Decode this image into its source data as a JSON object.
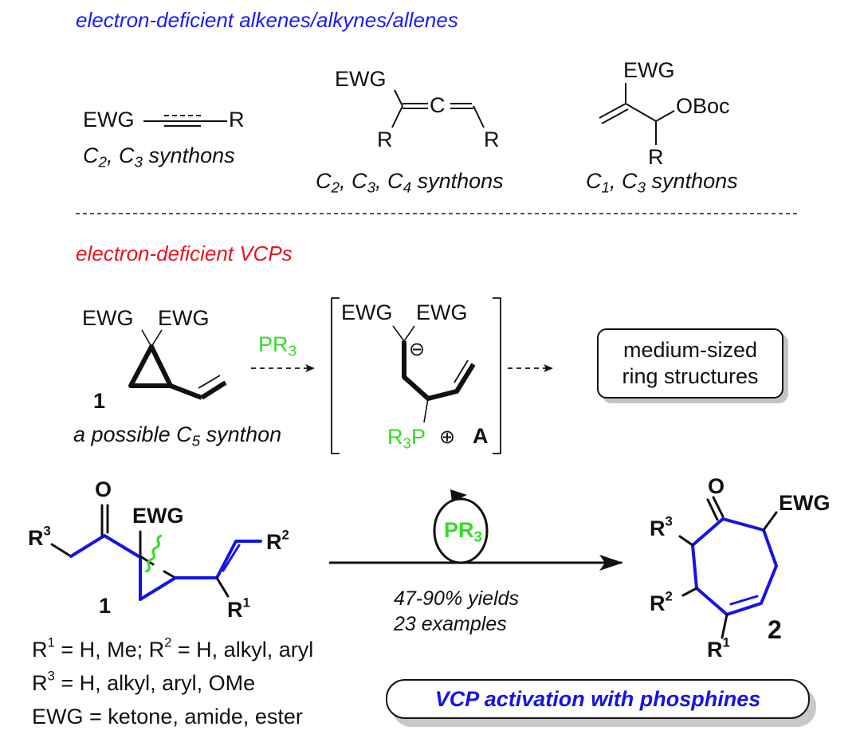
{
  "colors": {
    "blue_heading": "#1a1aff",
    "red_heading": "#e8141e",
    "phosphine_green": "#33dd22",
    "bond_blue": "#1414e6",
    "text_black": "#111111"
  },
  "section_alkenes": {
    "heading": "electron-deficient alkenes/alkynes/allenes",
    "alkyne": {
      "ewg": "EWG",
      "r": "R",
      "caption_parts": [
        "C",
        "2",
        ", C",
        "3",
        " synthons"
      ]
    },
    "allene": {
      "ewg": "EWG",
      "center_c": "C",
      "r_left": "R",
      "r_right": "R",
      "caption_parts": [
        "C",
        "2",
        ", C",
        "3",
        ", C",
        "4",
        " synthons"
      ]
    },
    "mbh_carbonate": {
      "ewg": "EWG",
      "oboc": "OBoc",
      "r": "R",
      "caption_parts": [
        "C",
        "1",
        ", C",
        "3",
        " synthons"
      ]
    }
  },
  "section_vcp": {
    "heading": "electron-deficient VCPs",
    "vcp": {
      "ewg_left": "EWG",
      "ewg_right": "EWG",
      "compound_number": "1",
      "caption_parts": [
        "a possible C",
        "5",
        " synthon"
      ]
    },
    "reagent": {
      "p": "PR",
      "sub": "3"
    },
    "intermediate": {
      "ewg_left": "EWG",
      "ewg_right": "EWG",
      "anion_symbol": "⊖",
      "phosphonium_r": "R",
      "phosphonium_sub": "3",
      "phosphonium_p": "P",
      "cation_symbol": "⊕",
      "label": "A"
    },
    "outcome_box": {
      "line1": "medium-sized",
      "line2": "ring structures"
    }
  },
  "reaction": {
    "substrate": {
      "oxygen": "O",
      "ewg": "EWG",
      "r3": "R",
      "r3_sup": "3",
      "r2": "R",
      "r2_sup": "2",
      "r1": "R",
      "r1_sup": "1",
      "compound_number": "1"
    },
    "catalyst": {
      "p": "PR",
      "sub": "3"
    },
    "conditions": {
      "yields": "47-90% yields",
      "examples": "23 examples"
    },
    "product": {
      "oxygen": "O",
      "ewg": "EWG",
      "r3": "R",
      "r3_sup": "3",
      "r2": "R",
      "r2_sup": "2",
      "r1": "R",
      "r1_sup": "1",
      "compound_number": "2"
    },
    "scope": [
      {
        "parts": [
          "R",
          "1",
          " = H, Me; R",
          "2",
          " = H, alkyl, aryl"
        ]
      },
      {
        "parts": [
          "R",
          "3",
          " = H, alkyl, aryl, OMe"
        ]
      },
      {
        "parts": [
          "EWG = ketone, amide, ester"
        ]
      }
    ],
    "summary_box": "VCP activation with phosphines"
  }
}
